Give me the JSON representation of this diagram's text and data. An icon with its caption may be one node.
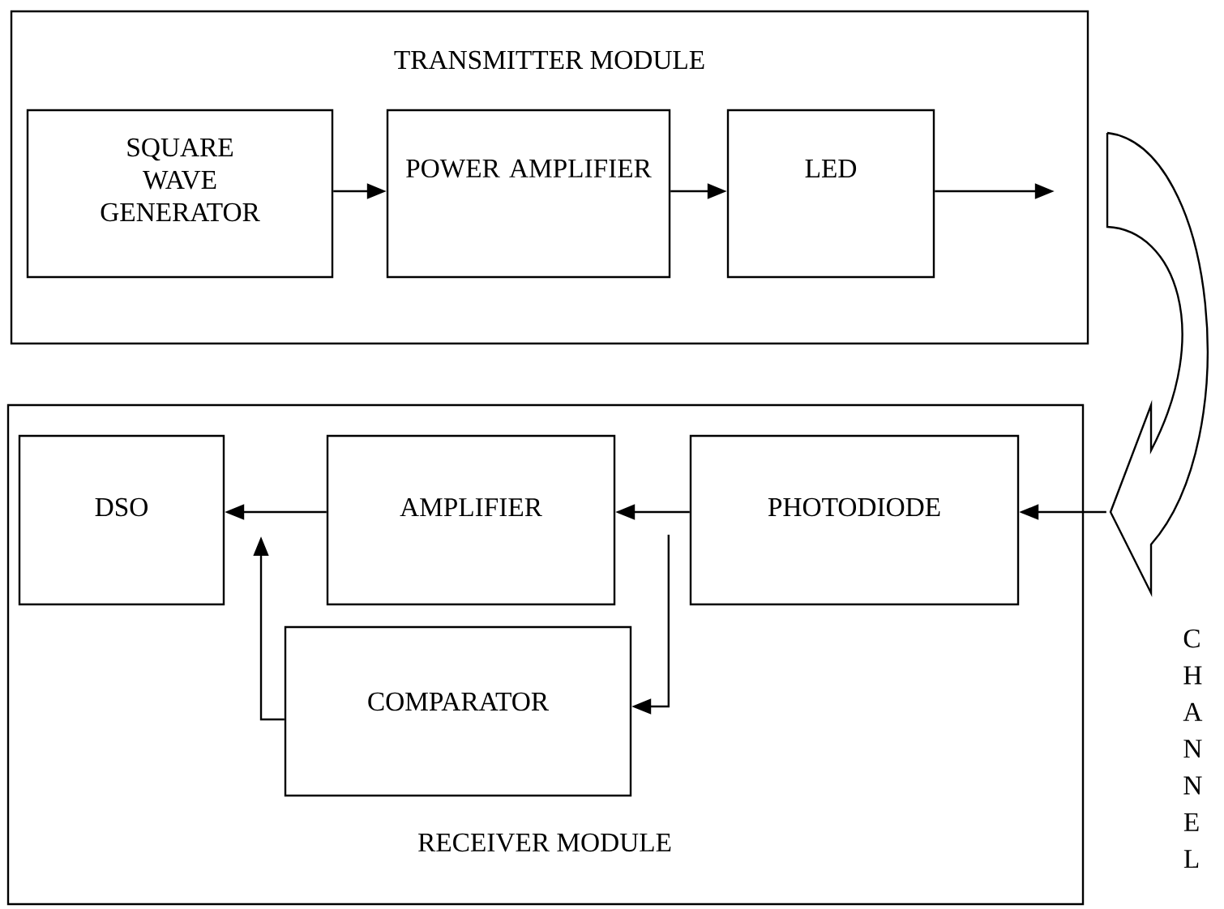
{
  "diagram": {
    "nodes": [
      {
        "text": [
          "TRANSMITTER MODULE"
        ]
      },
      {
        "text": [
          "SQUARE WAVE GENERATOR"
        ],
        "in": 0
      },
      {
        "text": [
          "POWER AMPLIFIER"
        ],
        "in": 0
      },
      {
        "text": [
          "LED"
        ],
        "in": 0
      },
      {
        "text": [
          "RECEIVER MODULE"
        ]
      },
      {
        "text": [
          "DSO"
        ],
        "in": 4
      },
      {
        "text": [
          "AMPLIFIER"
        ],
        "in": 4
      },
      {
        "text": [
          "PHOTODIODE"
        ],
        "in": 4
      },
      {
        "text": [
          "COMPARATOR"
        ],
        "in": 4
      },
      {
        "text": [],
        "shape": "arrow",
        "beside": [
          "CHANNEL"
        ]
      }
    ],
    "edges": [
      {
        "from": 1,
        "to": 2,
        "arrow": "to"
      },
      {
        "from": 2,
        "to": 3,
        "arrow": "to"
      },
      {
        "from": 3,
        "to": 9,
        "arrow": "to"
      },
      {
        "from": 9,
        "to": 7,
        "arrow": "to"
      },
      {
        "from": 7,
        "to": 6,
        "arrow": "to"
      },
      {
        "from": 6,
        "to": 5,
        "arrow": "to"
      },
      {
        "from": 7,
        "to": 8,
        "arrow": "to"
      },
      {
        "from": 8,
        "to": null,
        "arrow": "to"
      }
    ]
  }
}
